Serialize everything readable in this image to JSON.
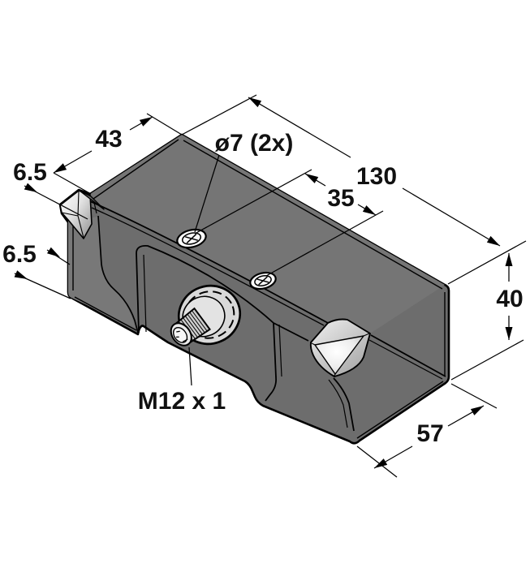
{
  "drawing": {
    "description": "Isometric dimensional drawing of a rectangular inductive sensor housing with corner LED prisms, two mounting screws and an M12 male connector",
    "dimensions": {
      "chamfer_offset_top": {
        "label": "6.5"
      },
      "chamfer_length": {
        "label": "43"
      },
      "mounting_holes": {
        "label": "ø7 (2x)"
      },
      "overall_length": {
        "label": "130"
      },
      "hole_spacing": {
        "label": "35"
      },
      "housing_height": {
        "label": "40"
      },
      "step_offset_side": {
        "label": "6.5"
      },
      "connector_thread": {
        "label": "M12 x 1"
      },
      "housing_width": {
        "label": "57"
      }
    },
    "colors": {
      "background": "#ffffff",
      "body_gray": "#6d6d6d",
      "top_face_gray": "#757575",
      "left_face_gray": "#787878",
      "outline": "#000000",
      "prism_highlight": "#ffffff",
      "prism_shade": "#a6a6a6",
      "connector_light": "#dcdcdc"
    }
  }
}
